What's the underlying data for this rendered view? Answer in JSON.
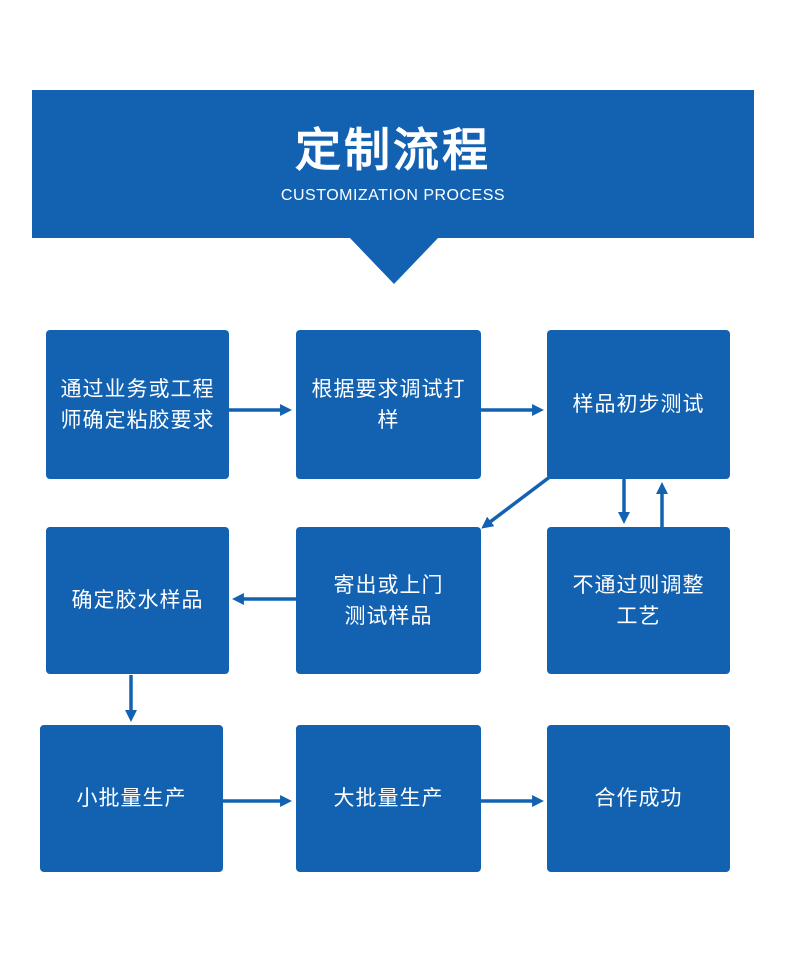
{
  "header": {
    "title": "定制流程",
    "subtitle": "CUSTOMIZATION PROCESS"
  },
  "steps": [
    {
      "label": "通过业务或工程师确定粘胶要求"
    },
    {
      "label": "根据要求调试打样"
    },
    {
      "label": "样品初步测试"
    },
    {
      "label": "寄出或上门测试样品"
    },
    {
      "label": "确定胶水样品"
    },
    {
      "label": "不通过则调整工艺"
    },
    {
      "label": "小批量生产"
    },
    {
      "label": "大批量生产"
    },
    {
      "label": "合作成功"
    }
  ],
  "colors": {
    "primary": "#1262b1",
    "text": "#ffffff"
  }
}
